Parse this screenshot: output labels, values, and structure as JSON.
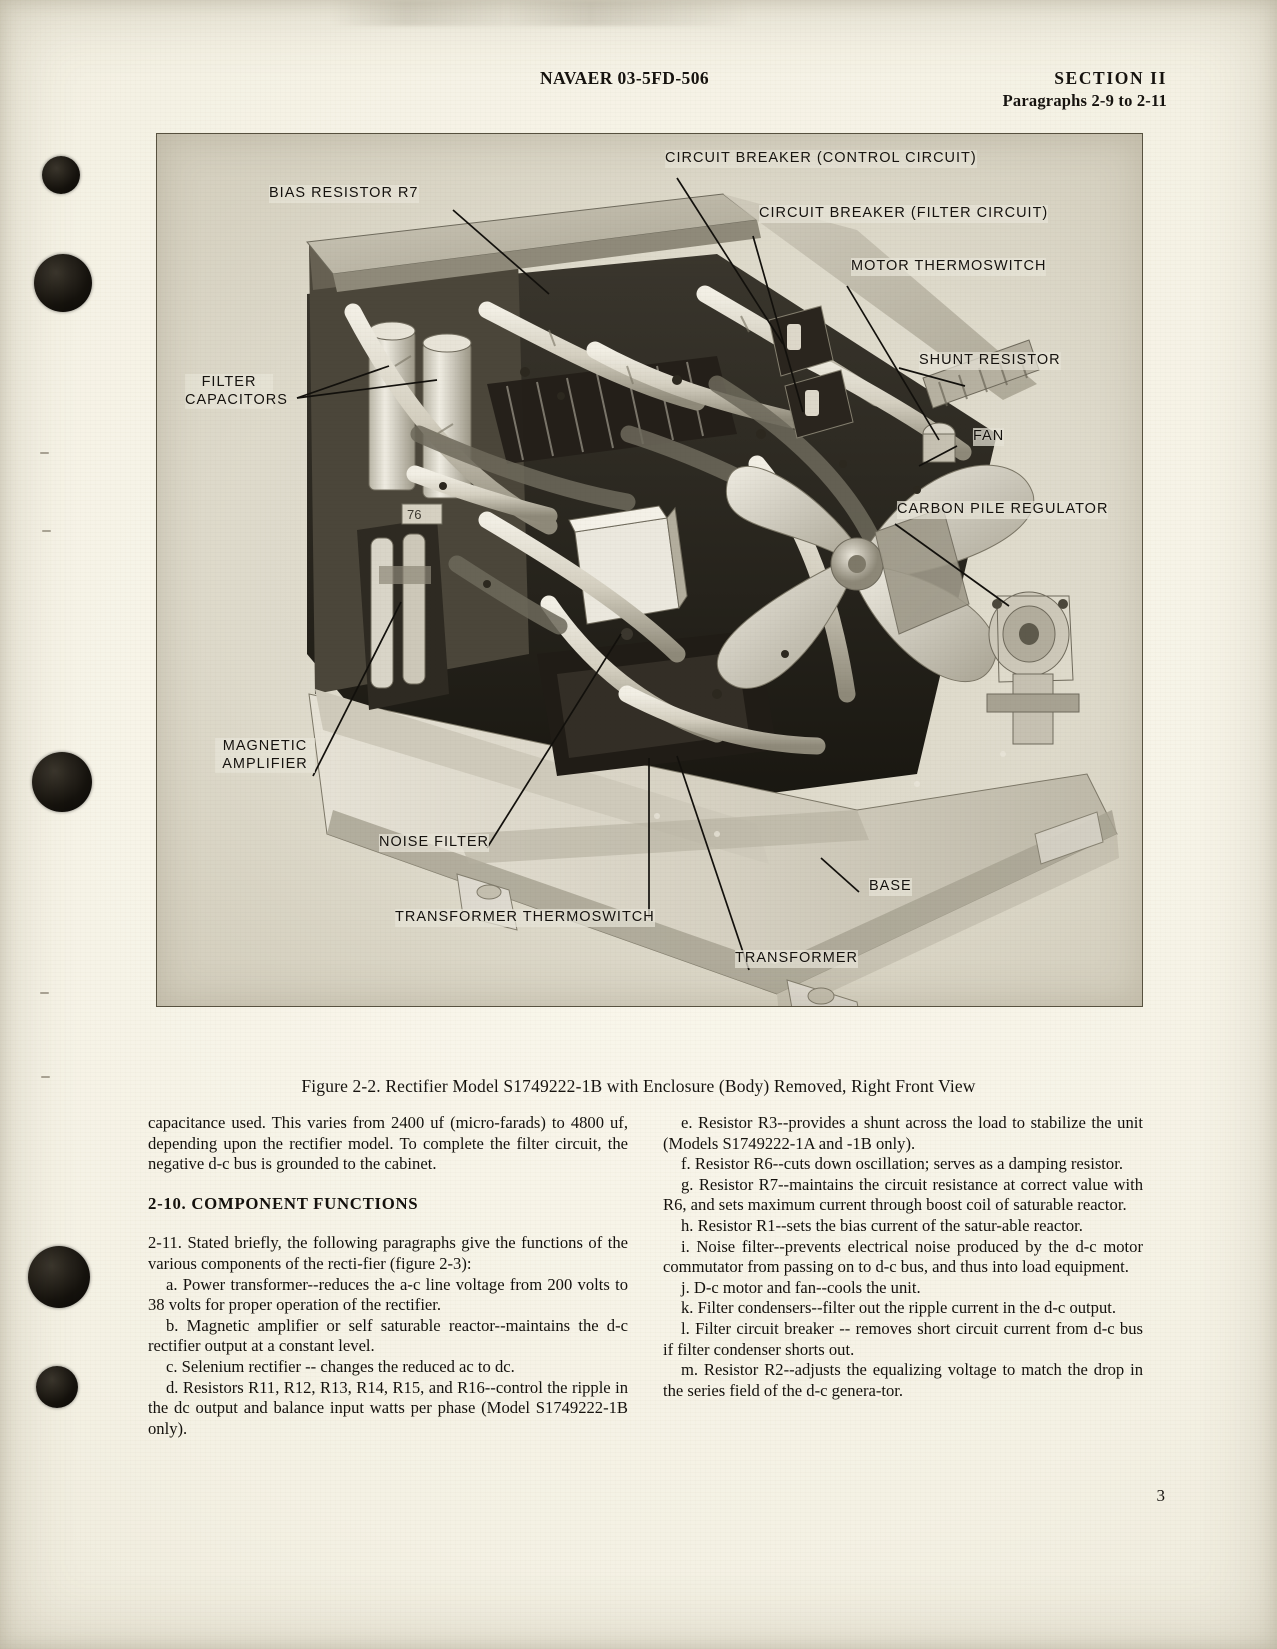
{
  "header": {
    "doc_number": "NAVAER 03-5FD-506",
    "section": "SECTION II",
    "paragraphs_range": "Paragraphs 2-9 to 2-11"
  },
  "figure": {
    "caption": "Figure 2-2.  Rectifier Model S1749222-1B with Enclosure (Body) Removed,  Right Front View",
    "callouts": [
      {
        "id": "bias-resistor-r7",
        "text": "BIAS RESISTOR R7"
      },
      {
        "id": "circuit-breaker-control",
        "text": "CIRCUIT BREAKER (CONTROL CIRCUIT)"
      },
      {
        "id": "circuit-breaker-filter",
        "text": "CIRCUIT BREAKER (FILTER CIRCUIT)"
      },
      {
        "id": "motor-thermoswitch",
        "text": "MOTOR THERMOSWITCH"
      },
      {
        "id": "shunt-resistor",
        "text": "SHUNT RESISTOR"
      },
      {
        "id": "fan",
        "text": "FAN"
      },
      {
        "id": "carbon-pile-regulator",
        "text": "CARBON PILE REGULATOR"
      },
      {
        "id": "filter-capacitors",
        "text": "FILTER\nCAPACITORS"
      },
      {
        "id": "magnetic-amplifier",
        "text": "MAGNETIC\nAMPLIFIER"
      },
      {
        "id": "noise-filter",
        "text": "NOISE FILTER"
      },
      {
        "id": "transformer-thermoswitch",
        "text": "TRANSFORMER THERMOSWITCH"
      },
      {
        "id": "transformer",
        "text": "TRANSFORMER"
      },
      {
        "id": "base",
        "text": "BASE"
      }
    ]
  },
  "body": {
    "left_column": {
      "continuation": "capacitance used.  This varies from 2400 uf (micro-farads) to 4800 uf, depending upon the rectifier model. To complete the filter circuit, the negative d-c bus is grounded to the cabinet.",
      "section_heading": "2-10.  COMPONENT FUNCTIONS",
      "intro": "2-11.  Stated briefly, the following paragraphs give the functions of the various components of the recti-fier (figure 2-3):",
      "items": [
        "a.  Power transformer--reduces the a-c line voltage from 200 volts to 38 volts for proper operation of the rectifier.",
        "b.  Magnetic amplifier or self saturable reactor--maintains the d-c rectifier output at a constant level.",
        "c.  Selenium rectifier -- changes the reduced ac to dc.",
        "d.  Resistors R11, R12, R13, R14, R15, and R16--control the ripple in the dc output and balance input watts per phase (Model S1749222-1B only)."
      ]
    },
    "right_column": {
      "items": [
        "e.  Resistor R3--provides a shunt across the load to stabilize the unit (Models S1749222-1A and -1B only).",
        "f.  Resistor R6--cuts down oscillation;  serves as a damping resistor.",
        "g.  Resistor R7--maintains the circuit resistance at correct value with R6,  and sets maximum current through boost coil of saturable reactor.",
        "h.  Resistor R1--sets the bias current of the satur-able reactor.",
        "i.  Noise filter--prevents electrical noise produced by the d-c motor commutator from passing on to d-c bus, and thus into load equipment.",
        "j.  D-c motor and fan--cools the unit.",
        "k.  Filter condensers--filter out the ripple current in the d-c output.",
        "l.  Filter circuit breaker -- removes short circuit current from d-c bus if filter condenser shorts out.",
        "m.  Resistor R2--adjusts the equalizing voltage to match the drop in the series field of the d-c genera-tor."
      ]
    }
  },
  "page_number": "3"
}
